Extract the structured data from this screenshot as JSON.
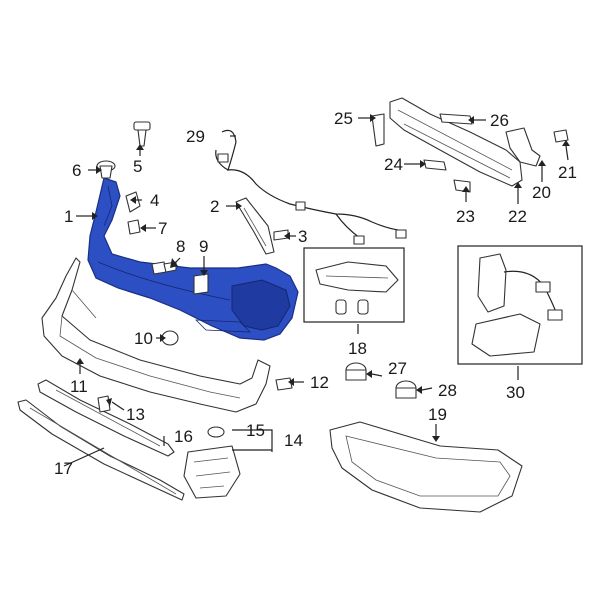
{
  "diagram": {
    "highlight_color": "#2d4fc4",
    "callouts": {
      "c1": "1",
      "c2": "2",
      "c3": "3",
      "c4": "4",
      "c5": "5",
      "c6": "6",
      "c7": "7",
      "c8": "8",
      "c9": "9",
      "c10": "10",
      "c11": "11",
      "c12": "12",
      "c13": "13",
      "c14": "14",
      "c15": "15",
      "c16": "16",
      "c17": "17",
      "c18": "18",
      "c19": "19",
      "c20": "20",
      "c21": "21",
      "c22": "22",
      "c23": "23",
      "c24": "24",
      "c25": "25",
      "c26": "26",
      "c27": "27",
      "c28": "28",
      "c29": "29",
      "c30": "30"
    }
  }
}
